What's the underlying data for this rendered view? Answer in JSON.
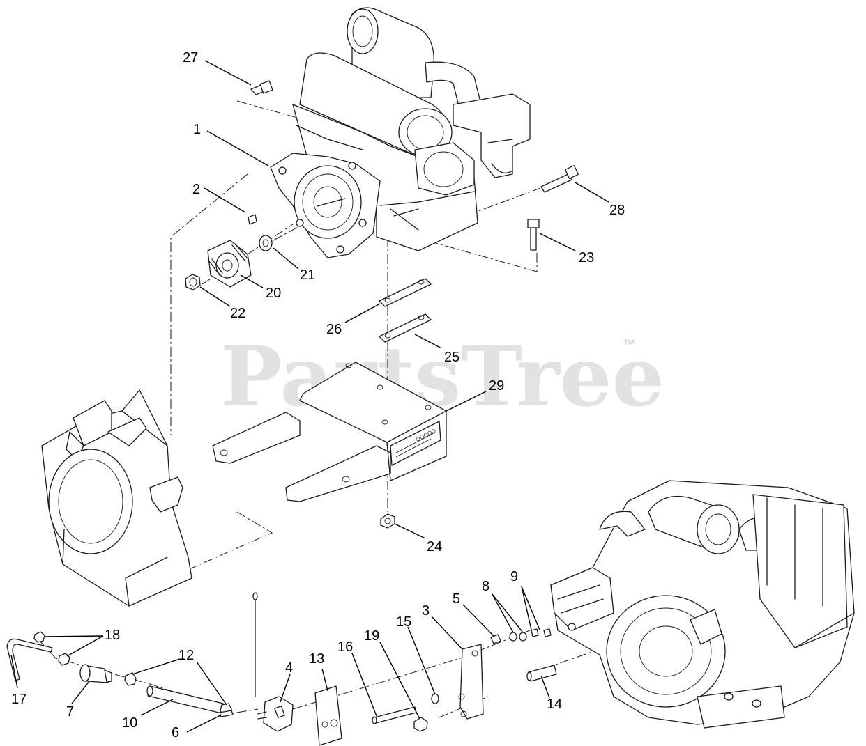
{
  "watermark": {
    "text": "PartsTree",
    "mark": "™"
  },
  "callouts": [
    {
      "id": "c27",
      "label": "27"
    },
    {
      "id": "c1",
      "label": "1"
    },
    {
      "id": "c2",
      "label": "2"
    },
    {
      "id": "c28",
      "label": "28"
    },
    {
      "id": "c23",
      "label": "23"
    },
    {
      "id": "c21",
      "label": "21"
    },
    {
      "id": "c20",
      "label": "20"
    },
    {
      "id": "c22",
      "label": "22"
    },
    {
      "id": "c26",
      "label": "26"
    },
    {
      "id": "c25",
      "label": "25"
    },
    {
      "id": "c29",
      "label": "29"
    },
    {
      "id": "c24",
      "label": "24"
    },
    {
      "id": "c9",
      "label": "9"
    },
    {
      "id": "c8",
      "label": "8"
    },
    {
      "id": "c5",
      "label": "5"
    },
    {
      "id": "c3",
      "label": "3"
    },
    {
      "id": "c15",
      "label": "15"
    },
    {
      "id": "c19",
      "label": "19"
    },
    {
      "id": "c16",
      "label": "16"
    },
    {
      "id": "c13",
      "label": "13"
    },
    {
      "id": "c4",
      "label": "4"
    },
    {
      "id": "c12",
      "label": "12"
    },
    {
      "id": "c18",
      "label": "18"
    },
    {
      "id": "c17",
      "label": "17"
    },
    {
      "id": "c7",
      "label": "7"
    },
    {
      "id": "c10",
      "label": "10"
    },
    {
      "id": "c6",
      "label": "6"
    },
    {
      "id": "c14",
      "label": "14"
    }
  ]
}
